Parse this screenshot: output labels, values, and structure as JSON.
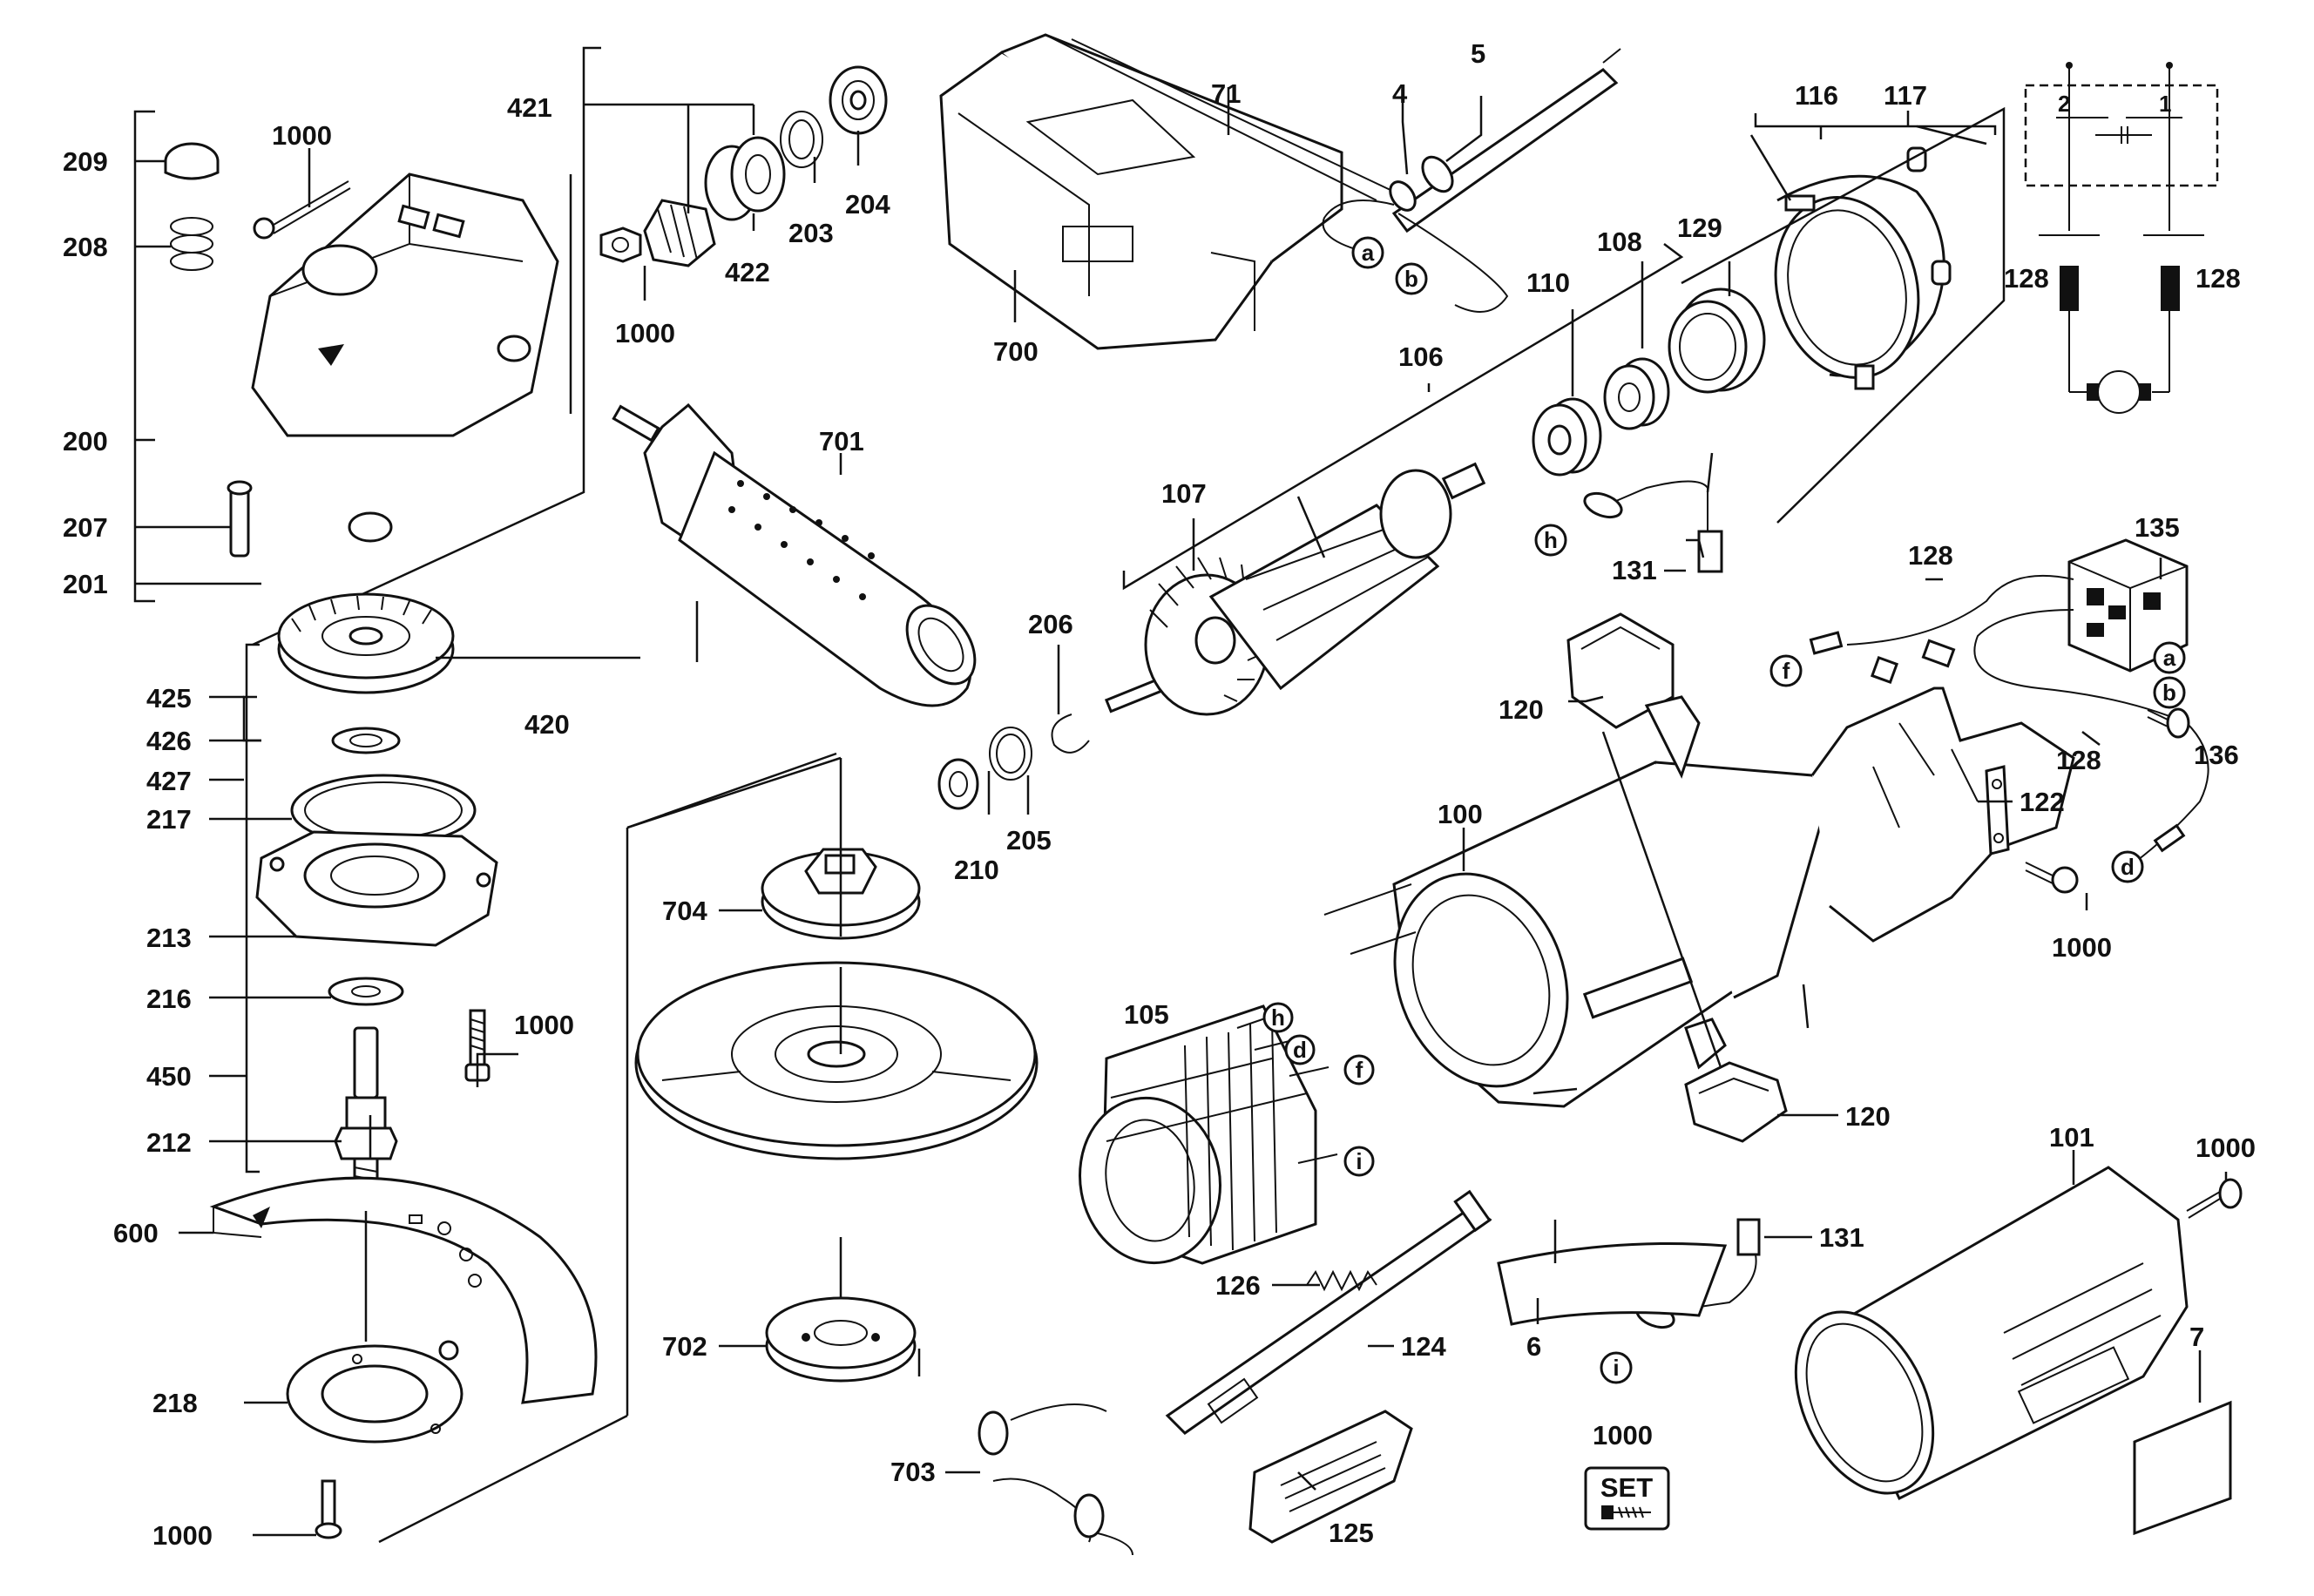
{
  "part_labels": {
    "p209": "209",
    "p1000a": "1000",
    "p208": "208",
    "p200": "200",
    "p207": "207",
    "p201": "201",
    "p421": "421",
    "p1000b": "1000",
    "p422": "422",
    "p203": "203",
    "p204": "204",
    "p701": "701",
    "p71": "71",
    "p700": "700",
    "p4": "4",
    "p5": "5",
    "p116": "116",
    "p117": "117",
    "p128a": "128",
    "p128b": "128",
    "p129": "129",
    "p108": "108",
    "p110": "110",
    "p106": "106",
    "p107": "107",
    "p206": "206",
    "p420": "420",
    "p425": "425",
    "p426": "426",
    "p427": "427",
    "p217": "217",
    "p213": "213",
    "p216": "216",
    "p1000c": "1000",
    "p450": "450",
    "p212": "212",
    "p600": "600",
    "p218": "218",
    "p1000d": "1000",
    "p210": "210",
    "p205": "205",
    "p704": "704",
    "p702": "702",
    "p703": "703",
    "p131a": "131",
    "p135": "135",
    "p128c": "128",
    "p128d": "128",
    "p136": "136",
    "p120a": "120",
    "p100": "100",
    "p122": "122",
    "p1000e": "1000",
    "p105": "105",
    "p120b": "120",
    "p131b": "131",
    "p101": "101",
    "p1000f": "1000",
    "p126": "126",
    "p124": "124",
    "p6": "6",
    "p7": "7",
    "p125": "125",
    "p1000g": "1000"
  },
  "connection_letters": {
    "a1": "a",
    "b1": "b",
    "h1": "h",
    "f1": "f",
    "a2": "a",
    "b2": "b",
    "d1": "d",
    "h2": "h",
    "d2": "d",
    "f2": "f",
    "i1": "i",
    "i2": "i"
  },
  "schematic_labels": {
    "s2": "2",
    "s1": "1"
  },
  "set_badge": "SET",
  "icons": [
    "screw-set-icon"
  ]
}
